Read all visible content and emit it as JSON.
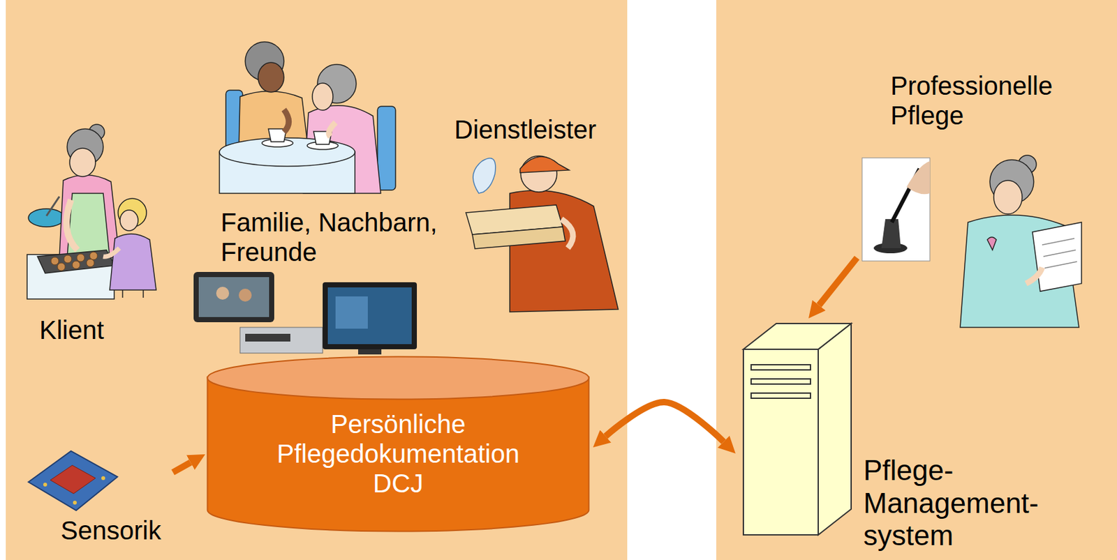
{
  "diagram": {
    "nodes": [
      {
        "text": [
          "Klient"
        ]
      },
      {
        "text": [
          "Familie, Nachbarn, Freunde"
        ]
      },
      {
        "text": [
          "Dienstleister"
        ]
      },
      {
        "text": [
          "Sensorik"
        ]
      },
      {
        "text": [
          "Persönliche Pflegedokumentation DCJ"
        ]
      },
      {
        "text": [
          "Professionelle Pflege"
        ]
      },
      {
        "text": [
          "Pflege- Management- system"
        ]
      }
    ],
    "edges": [
      {
        "from": 3,
        "to": 4,
        "arrow": "to"
      },
      {
        "from": 5,
        "to": 6,
        "arrow": "to"
      },
      {
        "from": 4,
        "to": 6,
        "arrow": "both"
      }
    ]
  }
}
